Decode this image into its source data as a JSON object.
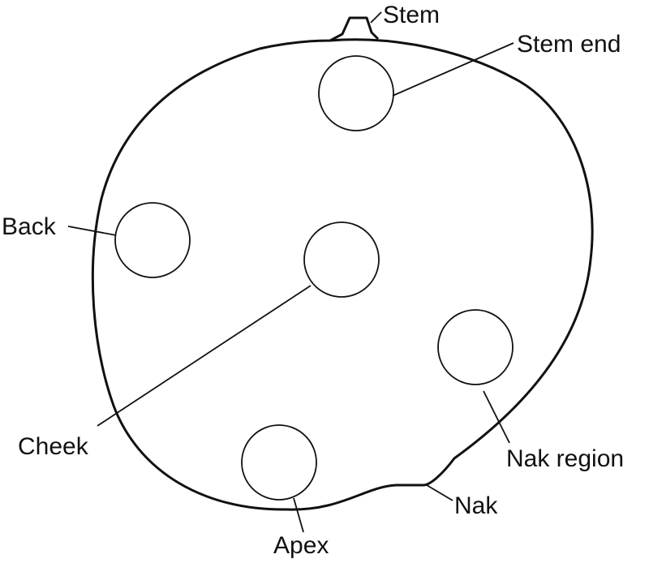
{
  "labels": {
    "stem": "Stem",
    "stem_end": "Stem end",
    "back": "Back",
    "cheek": "Cheek",
    "nak_region": "Nak region",
    "nak": "Nak",
    "apex": "Apex"
  },
  "colors": {
    "ink": "#111111",
    "background": "#ffffff"
  }
}
